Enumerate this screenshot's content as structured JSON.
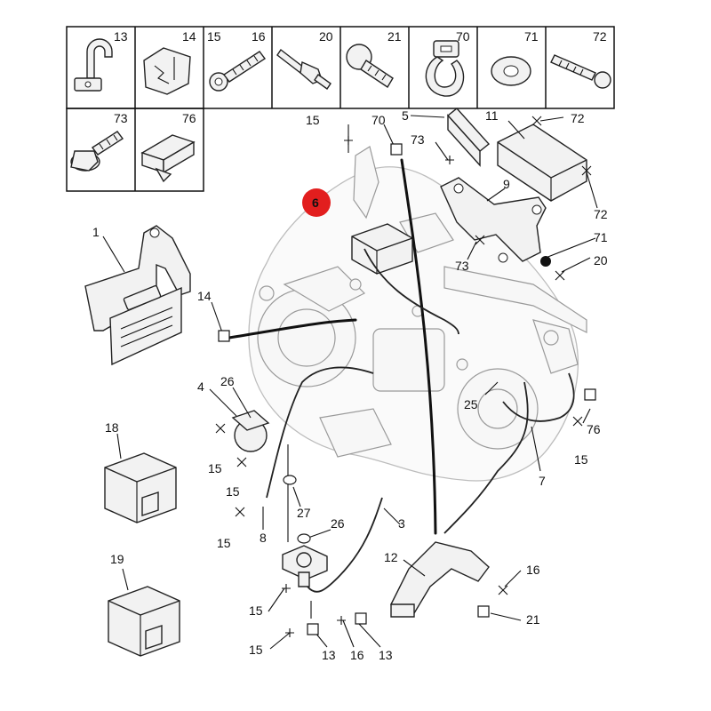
{
  "diagram": {
    "legend_cells": [
      {
        "id": "c13",
        "labels": [
          "13"
        ]
      },
      {
        "id": "c14",
        "labels": [
          "14"
        ]
      },
      {
        "id": "c15-16",
        "labels": [
          "15",
          "16"
        ]
      },
      {
        "id": "c20",
        "labels": [
          "20"
        ]
      },
      {
        "id": "c21",
        "labels": [
          "21"
        ]
      },
      {
        "id": "c70",
        "labels": [
          "70"
        ]
      },
      {
        "id": "c71",
        "labels": [
          "71"
        ]
      },
      {
        "id": "c72",
        "labels": [
          "72"
        ]
      },
      {
        "id": "c73",
        "labels": [
          "73"
        ]
      },
      {
        "id": "c76",
        "labels": [
          "76"
        ]
      }
    ],
    "highlight_label": "6",
    "highlight_color": "#e21e1e",
    "marker_styles": {
      "cross": "cross-marker",
      "square": "square-marker",
      "dot": "dot-marker"
    },
    "callouts": [
      "15",
      "70",
      "5",
      "11",
      "72",
      "73",
      "9",
      "72",
      "71",
      "20",
      "73",
      "1",
      "14",
      "4",
      "26",
      "25",
      "76",
      "15",
      "7",
      "18",
      "15",
      "15",
      "27",
      "26",
      "3",
      "15",
      "8",
      "19",
      "12",
      "16",
      "21",
      "15",
      "15",
      "13",
      "16",
      "13"
    ]
  }
}
